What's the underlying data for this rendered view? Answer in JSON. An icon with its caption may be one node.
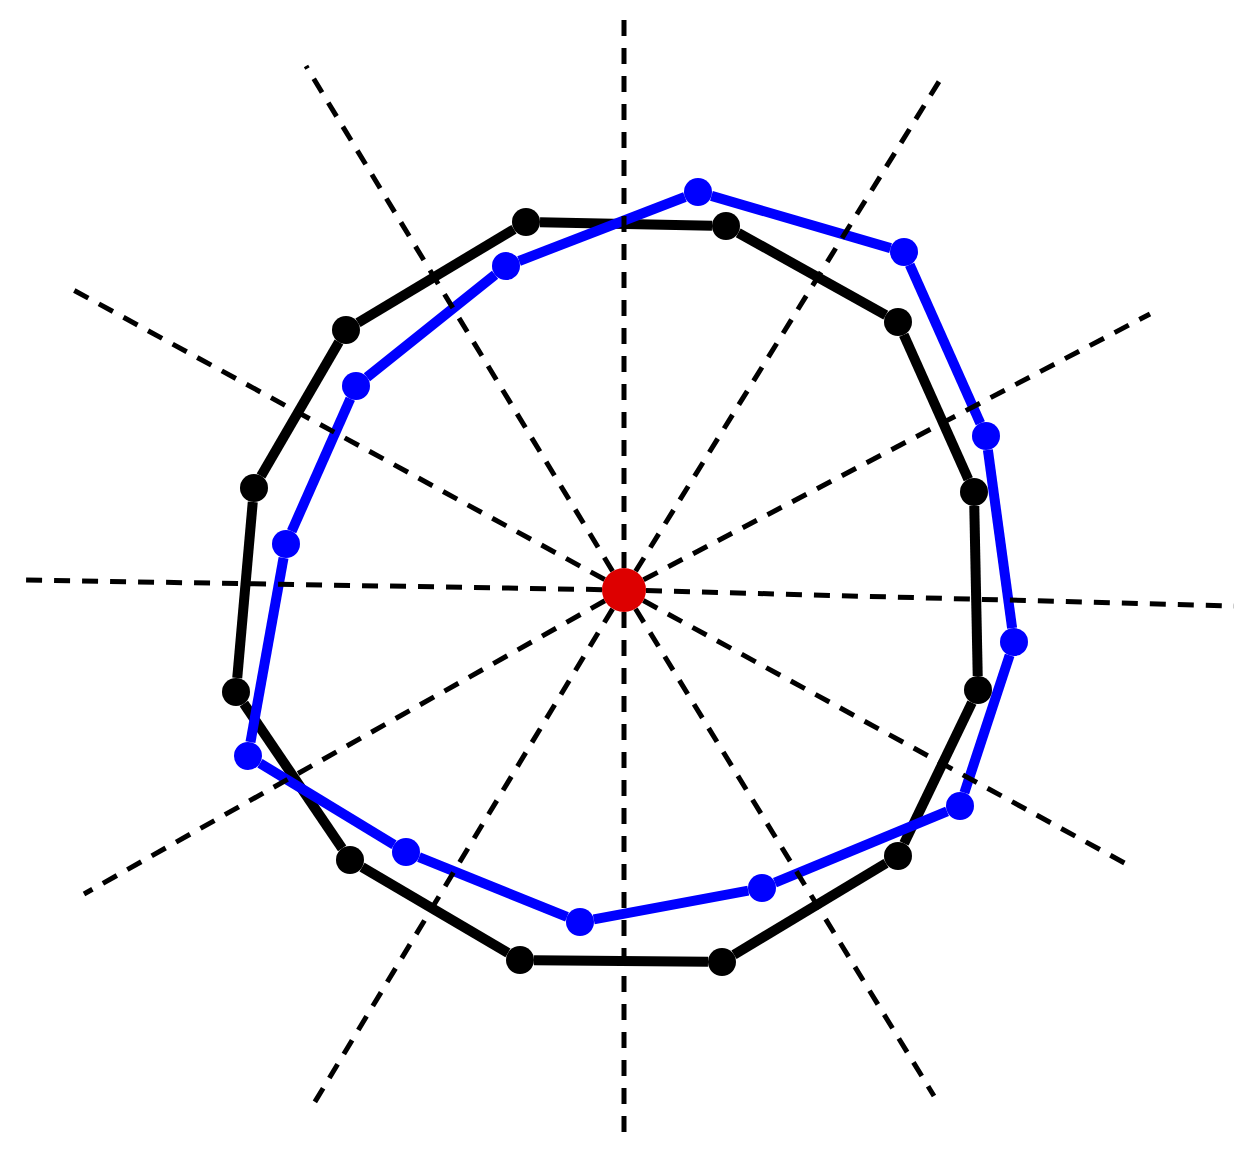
{
  "diagram": {
    "nodes": [
      {
        "text": [],
        "shape": "circle"
      },
      {
        "text": [],
        "shape": "circle"
      },
      {
        "text": [],
        "shape": "circle"
      },
      {
        "text": [],
        "shape": "circle"
      },
      {
        "text": [],
        "shape": "circle"
      },
      {
        "text": [],
        "shape": "circle"
      },
      {
        "text": [],
        "shape": "circle"
      },
      {
        "text": [],
        "shape": "circle"
      },
      {
        "text": [],
        "shape": "circle"
      },
      {
        "text": [],
        "shape": "circle"
      },
      {
        "text": [],
        "shape": "circle"
      },
      {
        "text": [],
        "shape": "circle"
      },
      {
        "text": [],
        "shape": "circle"
      },
      {
        "text": [],
        "shape": "circle"
      },
      {
        "text": [],
        "shape": "circle"
      },
      {
        "text": [],
        "shape": "circle"
      },
      {
        "text": [],
        "shape": "circle"
      },
      {
        "text": [],
        "shape": "circle"
      },
      {
        "text": [],
        "shape": "circle"
      },
      {
        "text": [],
        "shape": "circle"
      },
      {
        "text": [],
        "shape": "circle"
      },
      {
        "text": [],
        "shape": "circle"
      },
      {
        "text": [],
        "shape": "circle"
      },
      {
        "text": [],
        "shape": "circle"
      },
      {
        "text": [],
        "shape": "circle"
      }
    ],
    "edges": [
      {
        "from": 0,
        "to": 1,
        "arrow": "none"
      },
      {
        "from": 1,
        "to": 2,
        "arrow": "none"
      },
      {
        "from": 2,
        "to": 3,
        "arrow": "none"
      },
      {
        "from": 3,
        "to": 4,
        "arrow": "none"
      },
      {
        "from": 4,
        "to": 5,
        "arrow": "none"
      },
      {
        "from": 5,
        "to": 6,
        "arrow": "none"
      },
      {
        "from": 6,
        "to": 7,
        "arrow": "none"
      },
      {
        "from": 7,
        "to": 8,
        "arrow": "none"
      },
      {
        "from": 8,
        "to": 9,
        "arrow": "none"
      },
      {
        "from": 9,
        "to": 10,
        "arrow": "none"
      },
      {
        "from": 10,
        "to": 11,
        "arrow": "none"
      },
      {
        "from": 11,
        "to": 0,
        "arrow": "none"
      },
      {
        "from": 12,
        "to": 13,
        "arrow": "none",
        "color": "#0000ff"
      },
      {
        "from": 13,
        "to": 14,
        "arrow": "none",
        "color": "#0000ff"
      },
      {
        "from": 14,
        "to": 15,
        "arrow": "none",
        "color": "#0000ff"
      },
      {
        "from": 15,
        "to": 16,
        "arrow": "none",
        "color": "#0000ff"
      },
      {
        "from": 16,
        "to": 17,
        "arrow": "none",
        "color": "#0000ff"
      },
      {
        "from": 17,
        "to": 18,
        "arrow": "none",
        "color": "#0000ff"
      },
      {
        "from": 18,
        "to": 19,
        "arrow": "none",
        "color": "#0000ff"
      },
      {
        "from": 19,
        "to": 20,
        "arrow": "none",
        "color": "#0000ff"
      },
      {
        "from": 20,
        "to": 21,
        "arrow": "none",
        "color": "#0000ff"
      },
      {
        "from": 21,
        "to": 22,
        "arrow": "none",
        "color": "#0000ff"
      },
      {
        "from": 22,
        "to": 23,
        "arrow": "none",
        "color": "#0000ff"
      },
      {
        "from": 23,
        "to": 12,
        "arrow": "none",
        "color": "#0000ff"
      },
      {
        "from": 24,
        "to": null,
        "arrow": "none",
        "style": "dashed"
      },
      {
        "from": 24,
        "to": null,
        "arrow": "none",
        "style": "dashed"
      },
      {
        "from": 24,
        "to": null,
        "arrow": "none",
        "style": "dashed"
      },
      {
        "from": 24,
        "to": null,
        "arrow": "none",
        "style": "dashed"
      },
      {
        "from": 24,
        "to": null,
        "arrow": "none",
        "style": "dashed"
      },
      {
        "from": 24,
        "to": null,
        "arrow": "none",
        "style": "dashed"
      },
      {
        "from": 24,
        "to": null,
        "arrow": "none",
        "style": "dashed"
      },
      {
        "from": 24,
        "to": null,
        "arrow": "none",
        "style": "dashed"
      },
      {
        "from": 24,
        "to": null,
        "arrow": "none",
        "style": "dashed"
      },
      {
        "from": 24,
        "to": null,
        "arrow": "none",
        "style": "dashed"
      },
      {
        "from": 24,
        "to": null,
        "arrow": "none",
        "style": "dashed"
      },
      {
        "from": 24,
        "to": null,
        "arrow": "none",
        "style": "dashed"
      }
    ]
  }
}
